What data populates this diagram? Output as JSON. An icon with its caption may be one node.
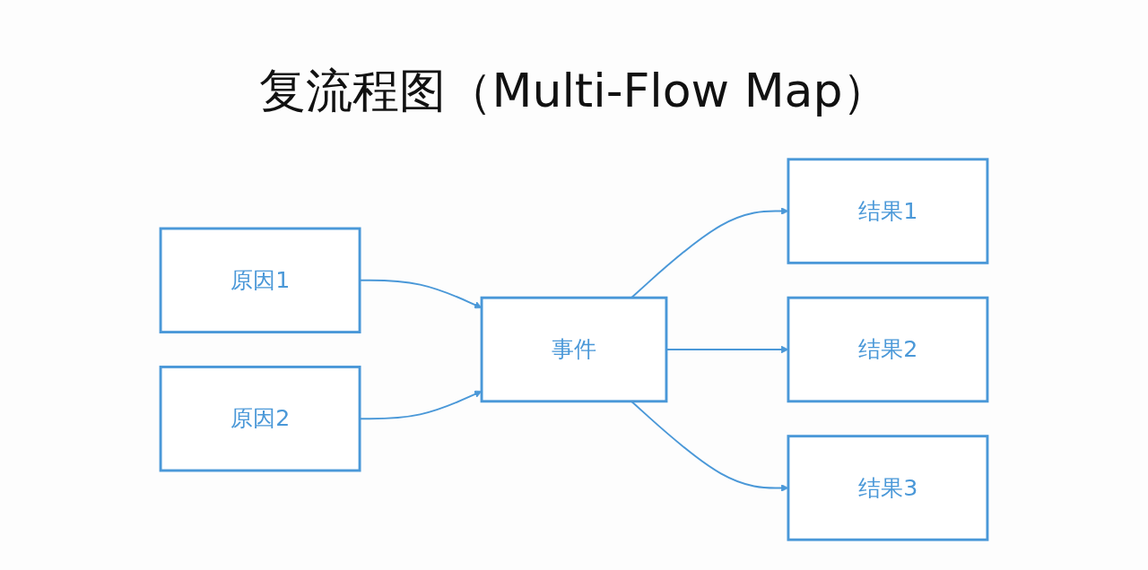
{
  "diagram": {
    "title": "复流程图（Multi-Flow Map）",
    "nodes": [
      {
        "text": [
          "原因1"
        ]
      },
      {
        "text": [
          "原因2"
        ]
      },
      {
        "text": [
          "事件"
        ]
      },
      {
        "text": [
          "结果1"
        ]
      },
      {
        "text": [
          "结果2"
        ]
      },
      {
        "text": [
          "结果3"
        ]
      }
    ],
    "edges": [
      {
        "from": 0,
        "to": 2,
        "arrow": "to"
      },
      {
        "from": 1,
        "to": 2,
        "arrow": "to"
      },
      {
        "from": 2,
        "to": 3,
        "arrow": "to"
      },
      {
        "from": 2,
        "to": 4,
        "arrow": "to"
      },
      {
        "from": 2,
        "to": 5,
        "arrow": "to"
      }
    ]
  }
}
